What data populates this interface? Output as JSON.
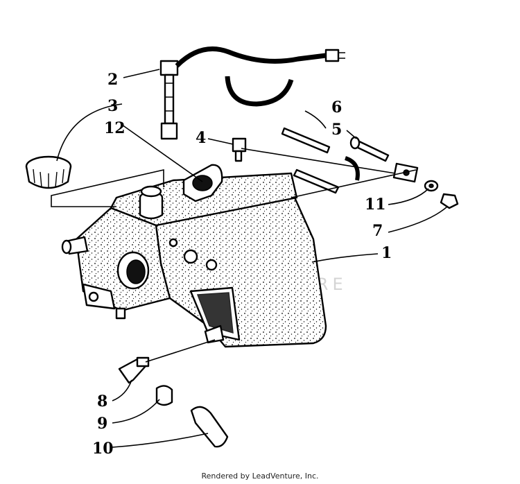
{
  "callouts": {
    "c1": "1",
    "c2": "2",
    "c3": "3",
    "c4": "4",
    "c5": "5",
    "c6": "6",
    "c7": "7",
    "c8": "8",
    "c9": "9",
    "c10": "10",
    "c11": "11",
    "c12": "12"
  },
  "watermark": {
    "text": "LEADVENTURE"
  },
  "footer": {
    "text": "Rendered by LeadVenture, Inc."
  }
}
